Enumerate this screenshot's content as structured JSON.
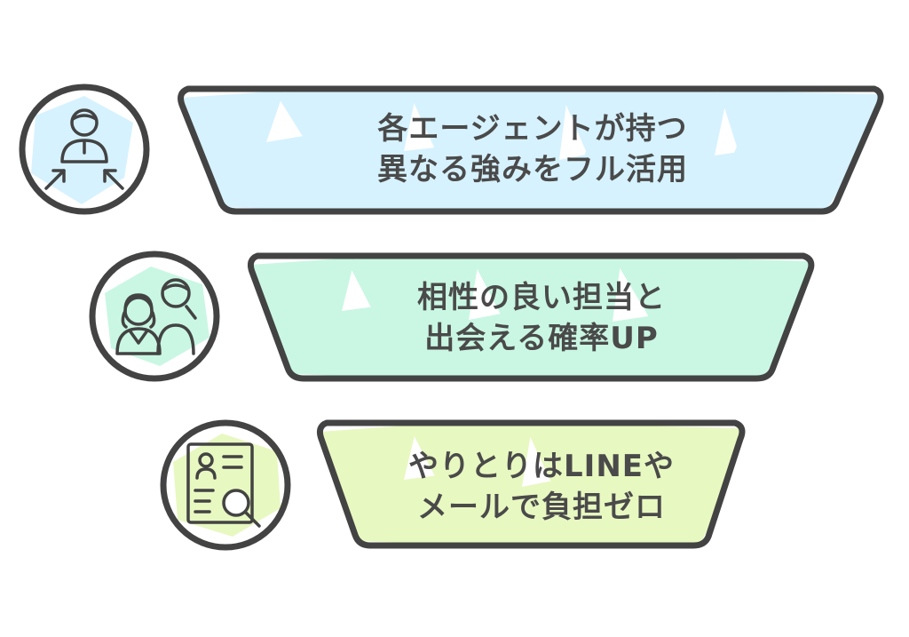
{
  "colors": {
    "outline": "#434343",
    "tier_1_fill": "#d6f2ff",
    "tier_2_fill": "#c9f7e3",
    "tier_3_fill": "#e8f8c1",
    "text": "#4a4a4a",
    "background": "#ffffff"
  },
  "tiers": [
    {
      "icon": "agents-arrows-icon",
      "lines": [
        "各エージェントが持つ",
        "異なる強みをフル活用"
      ]
    },
    {
      "icon": "two-people-icon",
      "lines": [
        "相性の良い担当と",
        "出会える確率UP"
      ]
    },
    {
      "icon": "profile-search-icon",
      "lines": [
        "やりとりはLINEや",
        "メールで負担ゼロ"
      ]
    }
  ]
}
